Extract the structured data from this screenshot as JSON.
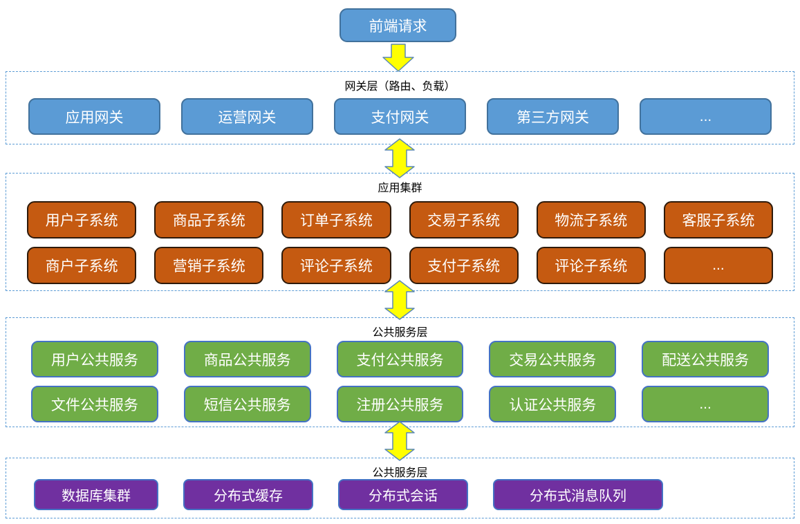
{
  "diagram": {
    "entry": {
      "label": "前端请求"
    },
    "layers": [
      {
        "title": "网关层（路由、负载）",
        "rows": [
          [
            "应用网关",
            "运营网关",
            "支付网关",
            "第三方网关",
            "..."
          ]
        ]
      },
      {
        "title": "应用集群",
        "rows": [
          [
            "用户子系统",
            "商品子系统",
            "订单子系统",
            "交易子系统",
            "物流子系统",
            "客服子系统"
          ],
          [
            "商户子系统",
            "营销子系统",
            "评论子系统",
            "支付子系统",
            "评论子系统",
            "..."
          ]
        ]
      },
      {
        "title": "公共服务层",
        "rows": [
          [
            "用户公共服务",
            "商品公共服务",
            "支付公共服务",
            "交易公共服务",
            "配送公共服务"
          ],
          [
            "文件公共服务",
            "短信公共服务",
            "注册公共服务",
            "认证公共服务",
            "..."
          ]
        ]
      },
      {
        "title": "公共服务层",
        "rows": [
          [
            "数据库集群",
            "分布式缓存",
            "分布式会话",
            "分布式消息队列"
          ]
        ]
      }
    ],
    "colors": {
      "gateway_fill": "#5B9BD5",
      "gateway_border": "#41719C",
      "app_fill": "#C55A11",
      "app_border": "#2E1A0A",
      "service_fill": "#70AD47",
      "service_border": "#4472C4",
      "data_fill": "#7030A0",
      "data_border": "#4472C4",
      "arrow_fill": "#FFFF00",
      "arrow_stroke": "#5B89B4",
      "layer_dash_border": "#5B9BD5"
    }
  }
}
